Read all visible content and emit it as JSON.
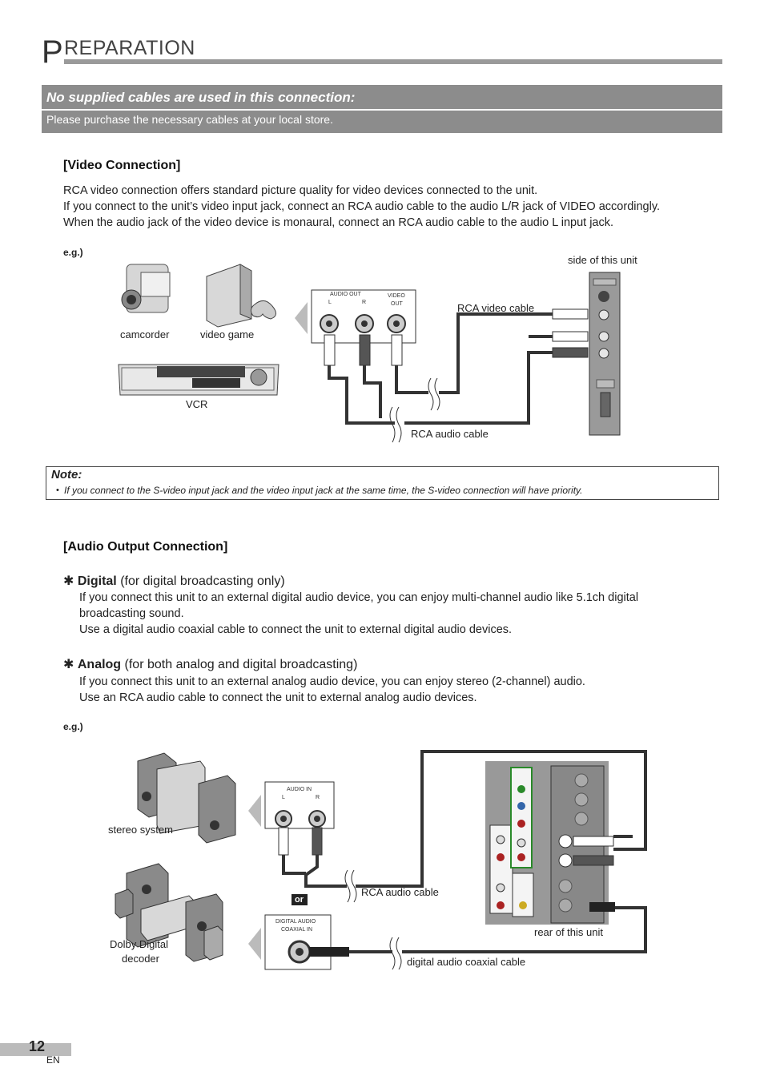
{
  "header": {
    "title_initial": "P",
    "title_rest": "REPARATION"
  },
  "banner": {
    "heading": "No supplied cables are used in this connection:",
    "subtext": "Please purchase the necessary cables at your local store."
  },
  "video_section": {
    "heading": "[Video Connection]",
    "paragraph_lines": [
      "RCA video connection offers standard picture quality for video devices connected to the unit.",
      "If you connect to the unit’s video input jack, connect an RCA audio cable to the audio L/R jack of VIDEO accordingly.",
      "When the audio jack of the video device is monaural, connect an RCA audio cable to the audio L input jack."
    ],
    "eg": "e.g.)",
    "labels": {
      "side_of_unit": "side of this unit",
      "camcorder": "camcorder",
      "video_game": "video game",
      "vcr": "VCR",
      "rca_video_cable": "RCA video cable",
      "rca_audio_cable": "RCA audio cable",
      "audio_out": "AUDIO OUT",
      "left": "L",
      "right": "R",
      "video_out_1": "VIDEO",
      "video_out_2": "OUT"
    }
  },
  "note": {
    "heading": "Note:",
    "bullet": "•",
    "text": "If you connect to the S-video input jack and the video input jack at the same time, the S-video connection will have priority."
  },
  "audio_section": {
    "heading": "[Audio Output Connection]",
    "star": "✱",
    "digital_title": "Digital",
    "digital_sub": "(for digital broadcasting only)",
    "digital_lines": [
      "If you connect this unit to an external digital audio device, you can enjoy multi-channel audio like 5.1ch digital",
      "broadcasting sound.",
      "Use a digital audio coaxial cable to connect the unit to external digital audio devices."
    ],
    "analog_title": "Analog",
    "analog_sub": "(for both analog and digital broadcasting)",
    "analog_lines": [
      "If you connect this unit to an external analog audio device, you can enjoy stereo (2-channel) audio.",
      "Use an RCA audio cable to connect the unit to external analog audio devices."
    ],
    "eg": "e.g.)",
    "labels": {
      "stereo_system": "stereo system",
      "dolby_1": "Dolby Digital",
      "dolby_2": "decoder",
      "audio_in": "AUDIO IN",
      "left": "L",
      "right": "R",
      "or": "or",
      "digital_coax_1": "DIGITAL AUDIO",
      "digital_coax_2": "COAXIAL  IN",
      "rca_audio_cable": "RCA audio cable",
      "digital_coax_cable": "digital audio coaxial cable",
      "rear_of_unit": "rear of this unit"
    }
  },
  "footer": {
    "page_number": "12",
    "language": "EN"
  }
}
